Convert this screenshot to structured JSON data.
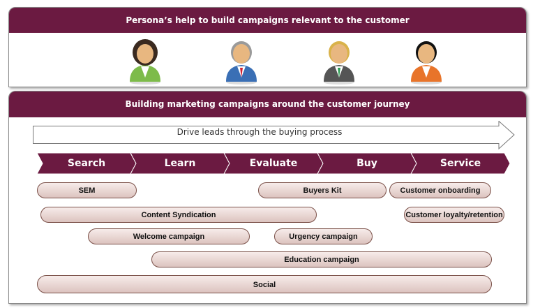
{
  "personas_panel": {
    "title": "Persona’s help to build campaigns relevant to the customer",
    "personas": [
      {
        "hair": "#3a2a20",
        "suit": "#7dbb4a",
        "tie": "#ffffff"
      },
      {
        "hair": "#9a9a9a",
        "suit": "#3a6fb5",
        "tie": "#d22030"
      },
      {
        "hair": "#d9b24a",
        "suit": "#555555",
        "tie": "#2a9a50"
      },
      {
        "hair": "#111111",
        "suit": "#e8742a",
        "tie": "#ffffff"
      }
    ]
  },
  "journey_panel": {
    "title": "Building marketing campaigns around the customer journey",
    "arrow_label": "Drive leads through the buying process",
    "stages": [
      "Search",
      "Learn",
      "Evaluate",
      "Buy",
      "Service"
    ],
    "campaigns": [
      "SEM",
      "Buyers Kit",
      "Customer onboarding",
      "Content Syndication",
      "Customer loyalty/retention",
      "Welcome campaign",
      "Urgency campaign",
      "Education campaign",
      "Social"
    ]
  },
  "colors": {
    "accent": "#6b1a41"
  }
}
